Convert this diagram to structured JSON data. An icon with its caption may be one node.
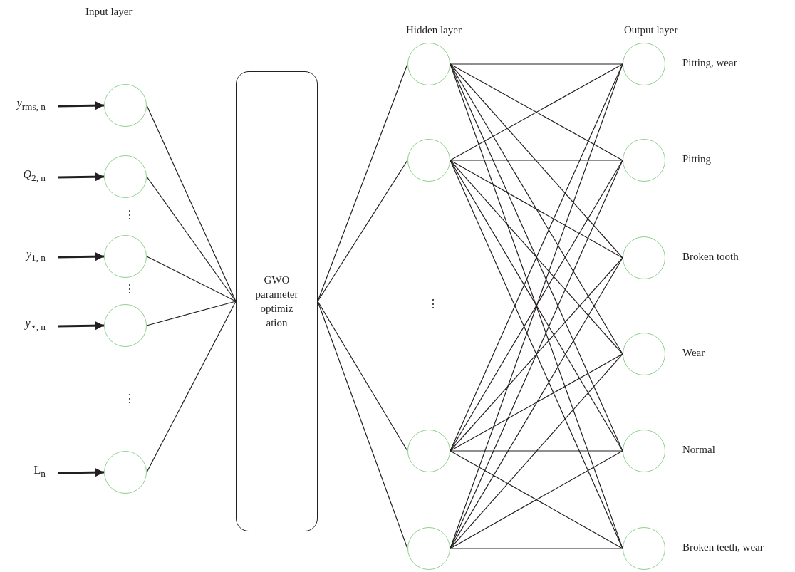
{
  "diagram": {
    "nodes": [
      {
        "text": [
          "*y*$_{rms, n}$"
        ]
      },
      {
        "text": [
          "*Q*$_{2, n}$"
        ]
      },
      {
        "text": [
          "*y*$_{1, n}$"
        ]
      },
      {
        "text": [
          "*y*$_{⋆, n}$"
        ]
      },
      {
        "text": [
          "L$_{n}$"
        ]
      },
      {
        "text": [],
        "shape": "circle"
      },
      {
        "text": [],
        "shape": "circle"
      },
      {
        "text": [],
        "shape": "circle"
      },
      {
        "text": [],
        "shape": "circle"
      },
      {
        "text": [],
        "shape": "circle"
      },
      {
        "text": [
          "GWO parameter optimiz ation"
        ]
      },
      {
        "text": [],
        "shape": "circle"
      },
      {
        "text": [],
        "shape": "circle"
      },
      {
        "text": [],
        "shape": "circle"
      },
      {
        "text": [],
        "shape": "circle"
      },
      {
        "text": [],
        "shape": "circle",
        "beside": [
          "Pitting, wear"
        ]
      },
      {
        "text": [],
        "shape": "circle",
        "beside": [
          "Pitting"
        ]
      },
      {
        "text": [],
        "shape": "circle",
        "beside": [
          "Broken tooth"
        ]
      },
      {
        "text": [],
        "shape": "circle",
        "beside": [
          "Wear"
        ]
      },
      {
        "text": [],
        "shape": "circle",
        "beside": [
          "Normal"
        ]
      },
      {
        "text": [],
        "shape": "circle",
        "beside": [
          "Broken teeth, wear"
        ]
      }
    ],
    "edges": [
      {
        "from": 0,
        "to": 5,
        "arrow": "to",
        "style": "thick"
      },
      {
        "from": 1,
        "to": 6,
        "arrow": "to",
        "style": "thick"
      },
      {
        "from": 2,
        "to": 7,
        "arrow": "to",
        "style": "thick"
      },
      {
        "from": 3,
        "to": 8,
        "arrow": "to",
        "style": "thick"
      },
      {
        "from": 4,
        "to": 9,
        "arrow": "to",
        "style": "thick"
      },
      {
        "from": 5,
        "to": 10,
        "arrow": "none"
      },
      {
        "from": 6,
        "to": 10,
        "arrow": "none"
      },
      {
        "from": 7,
        "to": 10,
        "arrow": "none"
      },
      {
        "from": 8,
        "to": 10,
        "arrow": "none"
      },
      {
        "from": 9,
        "to": 10,
        "arrow": "none"
      },
      {
        "from": 10,
        "to": 11,
        "arrow": "none"
      },
      {
        "from": 10,
        "to": 12,
        "arrow": "none"
      },
      {
        "from": 10,
        "to": 13,
        "arrow": "none"
      },
      {
        "from": 10,
        "to": 14,
        "arrow": "none"
      },
      {
        "from": 11,
        "to": 15,
        "arrow": "none"
      },
      {
        "from": 11,
        "to": 16,
        "arrow": "none"
      },
      {
        "from": 11,
        "to": 17,
        "arrow": "none"
      },
      {
        "from": 11,
        "to": 18,
        "arrow": "none"
      },
      {
        "from": 11,
        "to": 19,
        "arrow": "none"
      },
      {
        "from": 11,
        "to": 20,
        "arrow": "none"
      },
      {
        "from": 12,
        "to": 15,
        "arrow": "none"
      },
      {
        "from": 12,
        "to": 16,
        "arrow": "none"
      },
      {
        "from": 12,
        "to": 17,
        "arrow": "none"
      },
      {
        "from": 12,
        "to": 18,
        "arrow": "none"
      },
      {
        "from": 12,
        "to": 19,
        "arrow": "none"
      },
      {
        "from": 12,
        "to": 20,
        "arrow": "none"
      },
      {
        "from": 13,
        "to": 15,
        "arrow": "none"
      },
      {
        "from": 13,
        "to": 16,
        "arrow": "none"
      },
      {
        "from": 13,
        "to": 17,
        "arrow": "none"
      },
      {
        "from": 13,
        "to": 18,
        "arrow": "none"
      },
      {
        "from": 13,
        "to": 19,
        "arrow": "none"
      },
      {
        "from": 13,
        "to": 20,
        "arrow": "none"
      },
      {
        "from": 14,
        "to": 15,
        "arrow": "none"
      },
      {
        "from": 14,
        "to": 16,
        "arrow": "none"
      },
      {
        "from": 14,
        "to": 17,
        "arrow": "none"
      },
      {
        "from": 14,
        "to": 18,
        "arrow": "none"
      },
      {
        "from": 14,
        "to": 19,
        "arrow": "none"
      },
      {
        "from": 14,
        "to": 20,
        "arrow": "none"
      }
    ],
    "labels": [
      "Input layer",
      "Hidden layer",
      "Output layer",
      "⋮",
      "⋮",
      "⋮",
      "⋮"
    ]
  }
}
